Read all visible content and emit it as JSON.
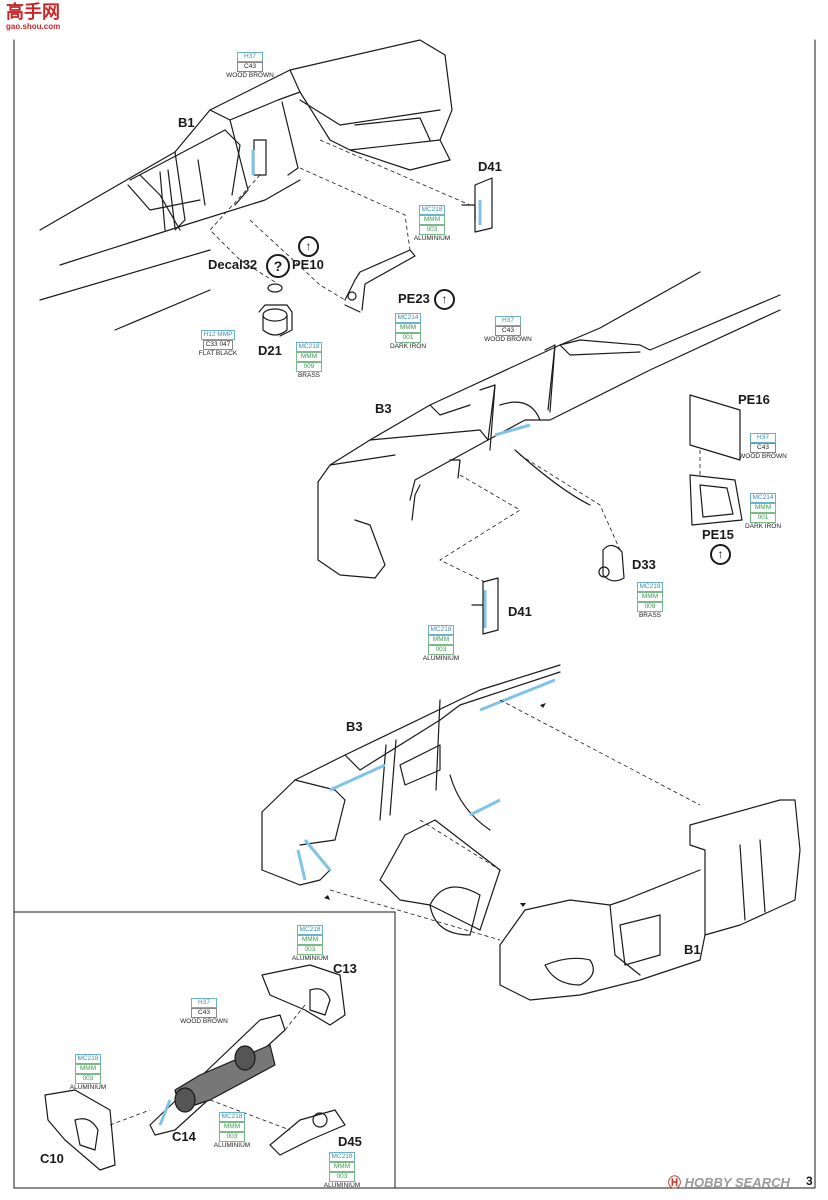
{
  "watermark_top": {
    "text": "高手网",
    "sub": "gao.shou.com"
  },
  "watermark_bottom": {
    "text": "HOBBY SEARCH"
  },
  "page_number": "3",
  "parts": {
    "b1_top": "B1",
    "d41_top": "D41",
    "decal32": "Decal32",
    "pe10": "PE10",
    "pe23": "PE23",
    "d21": "D21",
    "b3_mid": "B3",
    "pe16": "PE16",
    "pe15": "PE15",
    "d33": "D33",
    "d41_mid": "D41",
    "b3_low": "B3",
    "b1_low": "B1",
    "c13": "C13",
    "c14": "C14",
    "c10": "C10",
    "d45": "D45"
  },
  "symbols": {
    "bend": "↑",
    "question": "?"
  },
  "paints": {
    "wood_brown": {
      "a": "H37",
      "b": "C43",
      "name": "WOOD BROWN"
    },
    "aluminium": {
      "a": "MC218",
      "b": "MMM",
      "c": "003",
      "name": "ALUMINIUM"
    },
    "dark_iron": {
      "a": "MC214",
      "b": "MMM",
      "c": "001",
      "name": "DARK IRON"
    },
    "brass": {
      "a": "MC219",
      "b": "MMM",
      "c": "009",
      "name": "BRASS"
    },
    "flat_black": {
      "a": "H12",
      "a2": "MMP",
      "b": "C33",
      "b2": "047",
      "name": "FLAT BLACK"
    }
  },
  "colors": {
    "line": "#1a1a1a",
    "accent_blue": "#7fc4e6",
    "paint_box": "#3a8fb7",
    "metal": "#3d9a4f"
  }
}
